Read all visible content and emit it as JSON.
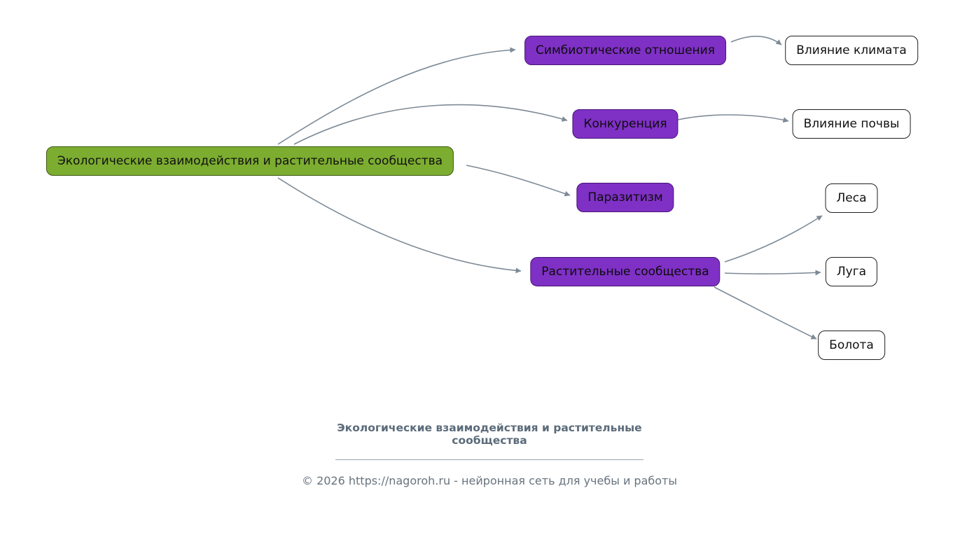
{
  "diagram": {
    "root": {
      "label": "Экологические взаимодействия и растительные сообщества"
    },
    "branches": [
      {
        "id": "symbiotic",
        "label": "Симбиотические отношения"
      },
      {
        "id": "competition",
        "label": "Конкуренция"
      },
      {
        "id": "parasitism",
        "label": "Паразитизм"
      },
      {
        "id": "plant-communities",
        "label": "Растительные сообщества"
      }
    ],
    "leaves": [
      {
        "id": "climate",
        "label": "Влияние климата",
        "parent": "symbiotic"
      },
      {
        "id": "soil",
        "label": "Влияние почвы",
        "parent": "competition"
      },
      {
        "id": "forests",
        "label": "Леса",
        "parent": "plant-communities"
      },
      {
        "id": "meadows",
        "label": "Луга",
        "parent": "plant-communities"
      },
      {
        "id": "swamps",
        "label": "Болота",
        "parent": "plant-communities"
      }
    ],
    "colors": {
      "root_fill": "#7cad30",
      "branch_fill": "#7f30c5",
      "leaf_fill": "#ffffff",
      "edge": "#7d8a96"
    }
  },
  "footer": {
    "title": "Экологические взаимодействия и растительные сообщества",
    "copyright": "© 2026 https://nagoroh.ru - нейронная сеть для учебы и работы"
  }
}
